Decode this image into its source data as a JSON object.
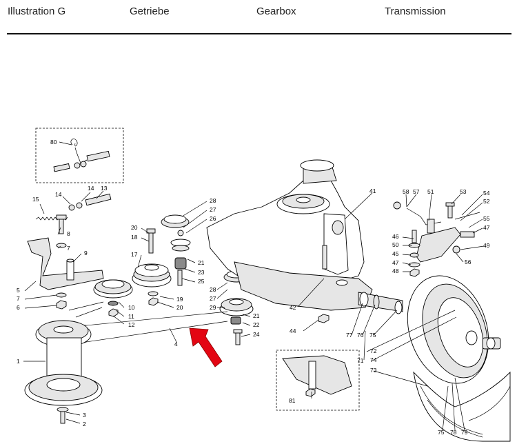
{
  "header": {
    "illustration": "Illustration G",
    "german": "Getriebe",
    "english": "Gearbox",
    "french": "Transmission"
  },
  "diagram": {
    "arrow_color": "#e30613",
    "part_numbers": [
      "80",
      "15",
      "14",
      "14",
      "13",
      "8",
      "7",
      "9",
      "5",
      "7",
      "6",
      "20",
      "18",
      "17",
      "10",
      "11",
      "12",
      "28",
      "27",
      "26",
      "21",
      "23",
      "25",
      "19",
      "20",
      "28",
      "27",
      "29",
      "21",
      "22",
      "24",
      "4",
      "1",
      "3",
      "2",
      "41",
      "42",
      "44",
      "58",
      "57",
      "51",
      "53",
      "54",
      "52",
      "46",
      "55",
      "50",
      "47",
      "45",
      "49",
      "47",
      "56",
      "48",
      "77",
      "76",
      "75",
      "71",
      "72",
      "74",
      "73",
      "81",
      "75",
      "78",
      "79"
    ]
  }
}
